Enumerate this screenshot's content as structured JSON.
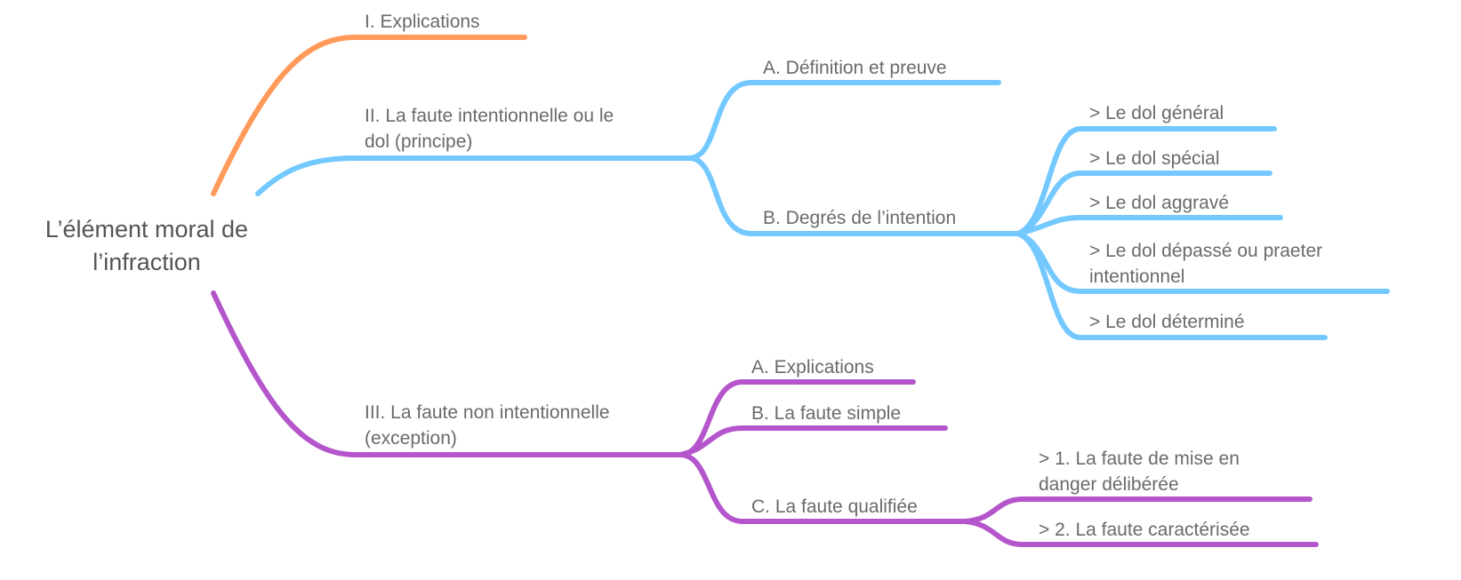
{
  "colors": {
    "branch1": "#FF9A5A",
    "branch2": "#73C8FF",
    "branch3": "#B455CC",
    "text": "#6a6a6a"
  },
  "root": {
    "line1": "L’élément moral de",
    "line2": "l’infraction"
  },
  "branches": [
    {
      "label": "I.   Explications"
    },
    {
      "line1": "II.  La faute intentionnelle ou le",
      "line2": "dol (principe)",
      "children": [
        {
          "label": "A.  Définition et preuve"
        },
        {
          "label": "B.  Degrés de l’intention",
          "children": [
            {
              "label": ">   Le dol général"
            },
            {
              "label": ">   Le dol spécial"
            },
            {
              "label": ">   Le dol aggravé"
            },
            {
              "line1": "> Le dol dépassé ou praeter",
              "line2": "intentionnel"
            },
            {
              "label": "> Le dol déterminé"
            }
          ]
        }
      ]
    },
    {
      "line1": "III. La faute non intentionnelle",
      "line2": "(exception)",
      "children": [
        {
          "label": "A.  Explications"
        },
        {
          "label": "B.  La faute simple"
        },
        {
          "label": "C.  La faute qualifiée",
          "children": [
            {
              "line1": ">   1. La faute de mise en",
              "line2": "danger délibérée"
            },
            {
              "label": ">   2. La faute caractérisée"
            }
          ]
        }
      ]
    }
  ]
}
